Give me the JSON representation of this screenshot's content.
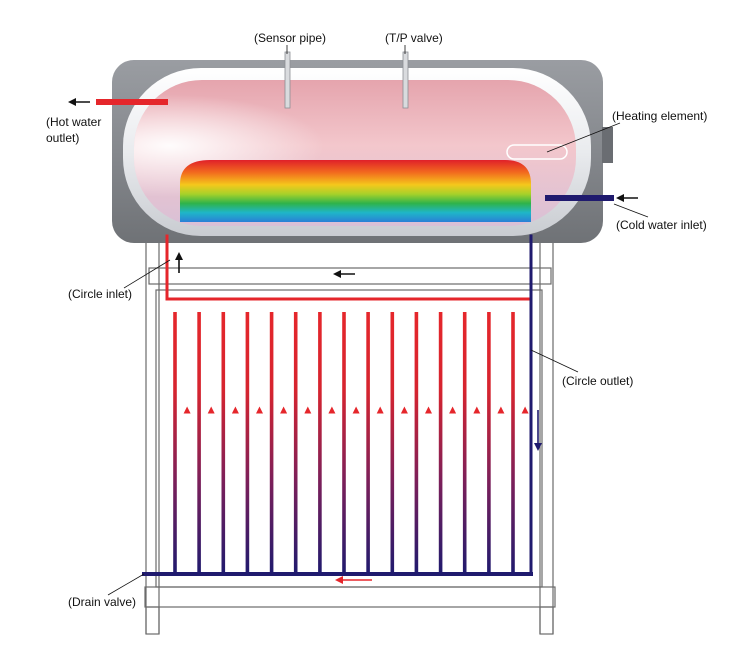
{
  "labels": {
    "sensor_pipe": "(Sensor pipe)",
    "tp_valve": "(T/P valve)",
    "hot_water_outlet_1": "(Hot water",
    "hot_water_outlet_2": "outlet)",
    "heating_element": "(Heating element)",
    "cold_water_inlet": "(Cold water inlet)",
    "circle_inlet": "(Circle inlet)",
    "circle_outlet": "(Circle outlet)",
    "drain_valve": "(Drain valve)"
  },
  "colors": {
    "hot": "#e5262b",
    "cold": "#1f1a6e",
    "tank_shell": "#8c8f94",
    "frame": "#6b6b6b",
    "arrow": "#111111"
  },
  "collector": {
    "tube_count": 15,
    "up_arrow_count": 15,
    "down_arrow_count": 1
  }
}
